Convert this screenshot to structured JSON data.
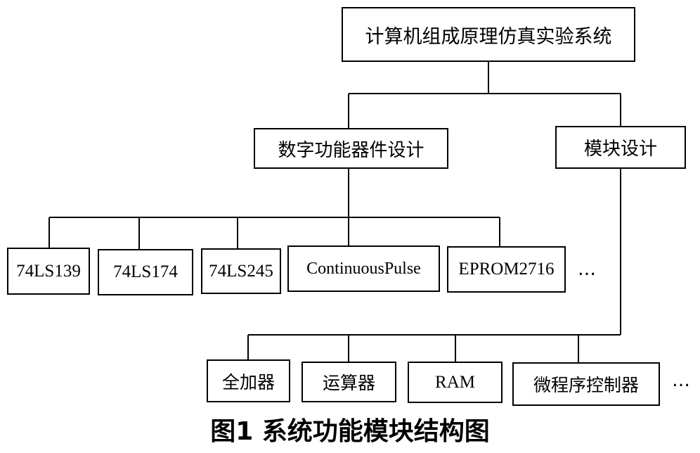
{
  "diagram": {
    "root": "计算机组成原理仿真实验系统",
    "branches": [
      {
        "label": "数字功能器件设计",
        "children": [
          "74LS139",
          "74LS174",
          "74LS245",
          "ContinuousPulse",
          "EPROM2716"
        ],
        "more": "…"
      },
      {
        "label": "模块设计",
        "children": [
          "全加器",
          "运算器",
          "RAM",
          "微程序控制器"
        ],
        "more": "…"
      }
    ],
    "line_color": "#000000"
  },
  "caption": "图1 系统功能模块结构图"
}
